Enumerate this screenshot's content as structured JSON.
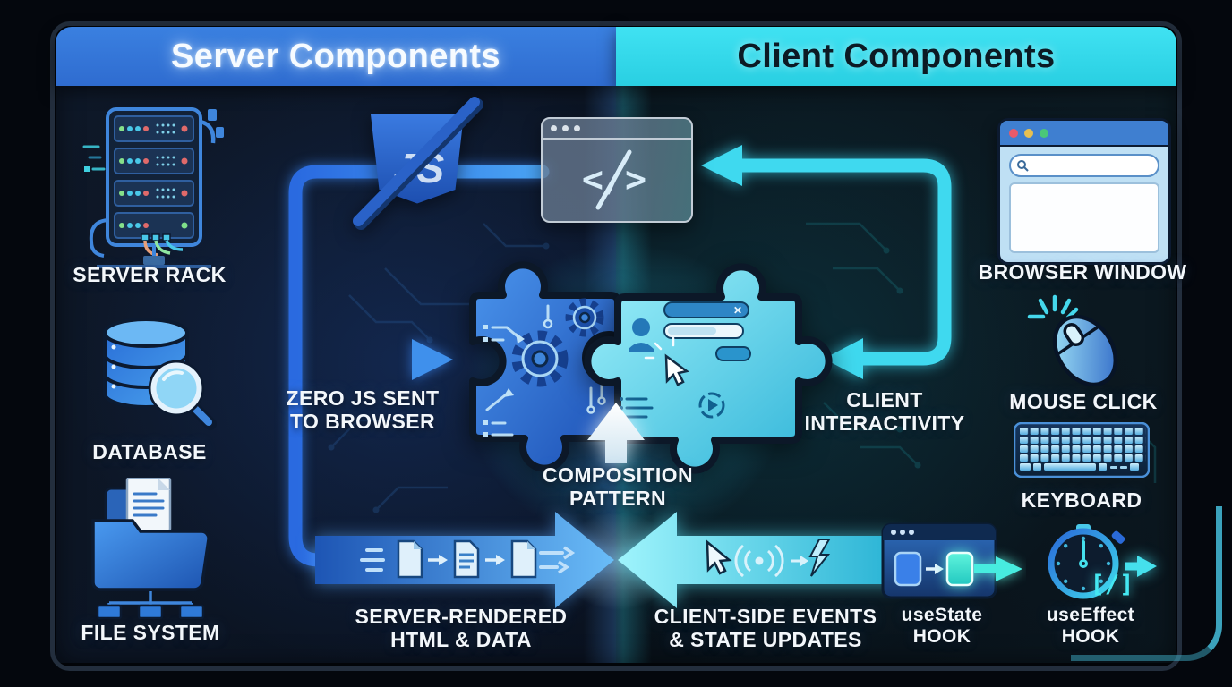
{
  "titles": {
    "server": "Server Components",
    "client": "Client Components"
  },
  "server_column": {
    "items": [
      {
        "icon": "server-rack-icon",
        "label": "SERVER RACK"
      },
      {
        "icon": "database-icon",
        "label": "DATABASE"
      },
      {
        "icon": "file-system-icon",
        "label": "FILE SYSTEM"
      }
    ]
  },
  "client_column": {
    "items": [
      {
        "icon": "browser-window-icon",
        "label": "BROWSER WINDOW"
      },
      {
        "icon": "mouse-click-icon",
        "label": "MOUSE CLICK"
      },
      {
        "icon": "keyboard-icon",
        "label": "KEYBOARD"
      }
    ]
  },
  "annotations": {
    "zero_js": [
      "ZERO JS SENT",
      "TO BROWSER"
    ],
    "composition": [
      "COMPOSITION",
      "PATTERN"
    ],
    "client_interactivity": [
      "CLIENT",
      "INTERACTIVITY"
    ],
    "server_rendered": [
      "SERVER-RENDERED",
      "HTML & DATA"
    ],
    "client_events": [
      "CLIENT-SIDE EVENTS",
      "& STATE UPDATES"
    ]
  },
  "hooks": [
    {
      "icon": "usestate-icon",
      "name": "useState",
      "suffix": "HOOK"
    },
    {
      "icon": "useeffect-icon",
      "name": "useEffect",
      "suffix": "HOOK"
    }
  ],
  "glyphs": {
    "code": "</>",
    "close": "✕",
    "effect_brackets": "[/]"
  },
  "colors": {
    "server_accent": "#3478d8",
    "client_accent": "#33dcec",
    "background": "#05080f",
    "panel_dark": "#0c1522",
    "arrow_blue": "#3a8ae8",
    "arrow_cyan": "#46e0f2",
    "text_light": "#f3f7fb",
    "text_dark": "#0e1b26"
  }
}
